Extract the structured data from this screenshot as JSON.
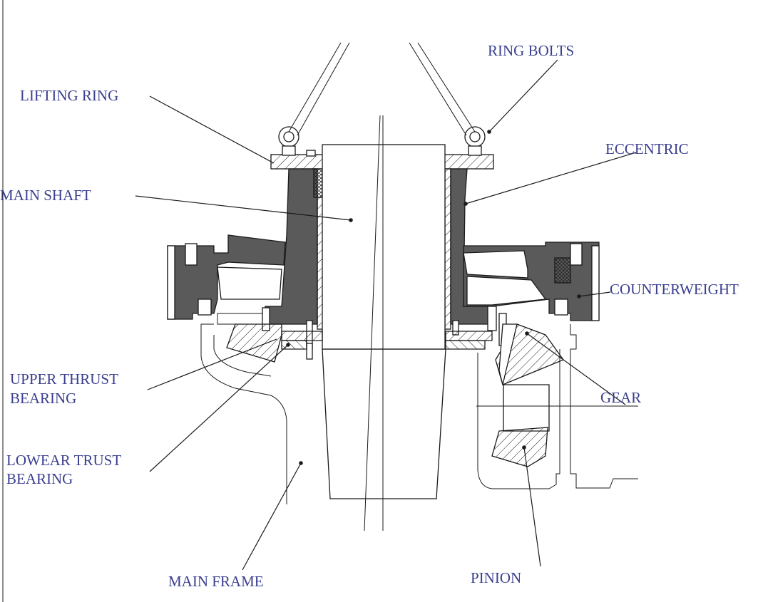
{
  "labels": {
    "ring_bolts": "RING BOLTS",
    "lifting_ring": "LIFTING RING",
    "eccentric": "ECCENTRIC",
    "main_shaft": "MAIN SHAFT",
    "counterweight": "COUNTERWEIGHT",
    "upper_thrust_1": "UPPER THRUST",
    "upper_thrust_2": "BEARING",
    "gear": "GEAR",
    "lower_thrust_1": "LOWEAR TRUST",
    "lower_thrust_2": "BEARING",
    "main_frame": "MAIN FRAME",
    "pinion": "PINION"
  },
  "colors": {
    "label": "#3a3f8f",
    "line": "#1a1a1a",
    "dark_fill": "#5a5a5a",
    "light_fill": "#ffffff"
  }
}
